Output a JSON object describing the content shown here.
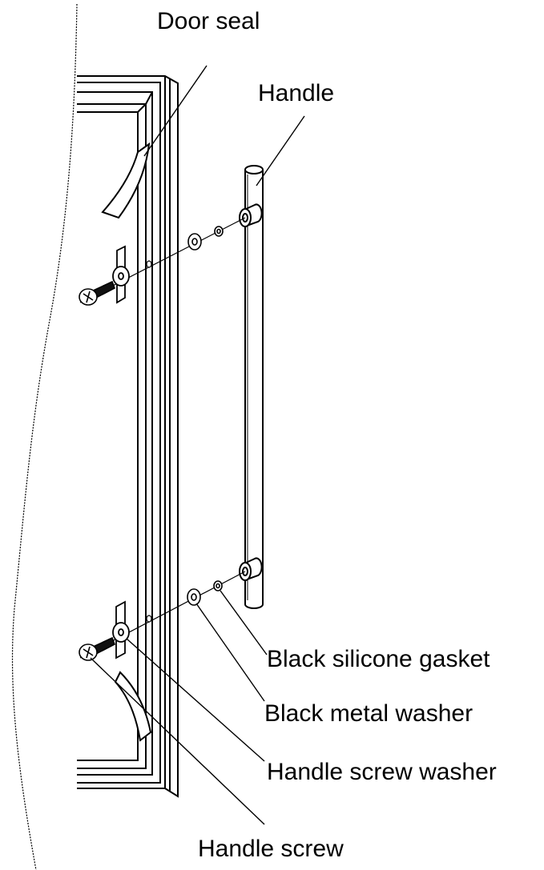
{
  "labels": {
    "door_seal": "Door seal",
    "handle": "Handle",
    "black_silicone_gasket": "Black silicone gasket",
    "black_metal_washer": "Black metal washer",
    "handle_screw_washer": "Handle screw washer",
    "handle_screw": "Handle screw"
  },
  "colors": {
    "line": "#000000",
    "background": "#ffffff",
    "screw_thread": "#111111"
  }
}
